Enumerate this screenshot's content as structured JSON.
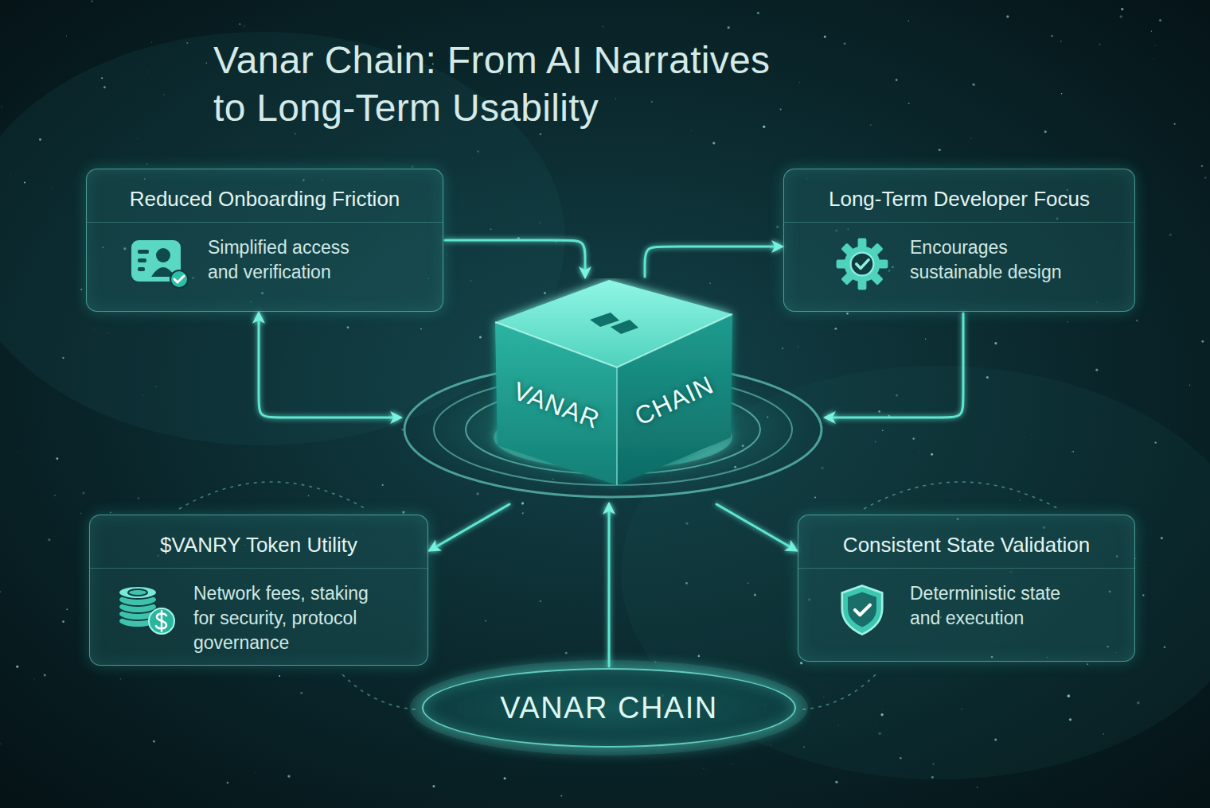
{
  "diagram": {
    "title": "Vanar Chain: From AI Narratives to Long-Term Usability",
    "nodes": [
      {
        "text": [
          "Reduced Onboarding Friction",
          "Simplified access and verification"
        ]
      },
      {
        "text": [
          "Long-Term Developer Focus",
          "Encourages sustainable design"
        ]
      },
      {
        "text": [
          "VANAR",
          "CHAIN"
        ]
      },
      {
        "text": [
          "$VANRY Token Utility",
          "Network fees, staking for security, protocol governance"
        ]
      },
      {
        "text": [
          "Consistent State Validation",
          "Deterministic state and execution"
        ]
      },
      {
        "text": [
          "VANAR CHAIN"
        ]
      }
    ],
    "edges": [
      {
        "from": 0,
        "to": 2,
        "arrow": "to"
      },
      {
        "from": 2,
        "to": 1,
        "arrow": "to"
      },
      {
        "from": 1,
        "to": 2,
        "arrow": "to"
      },
      {
        "from": 2,
        "to": 0,
        "arrow": "both"
      },
      {
        "from": 2,
        "to": 3,
        "arrow": "to"
      },
      {
        "from": 2,
        "to": 4,
        "arrow": "to"
      },
      {
        "from": 5,
        "to": 2,
        "arrow": "to"
      }
    ]
  }
}
